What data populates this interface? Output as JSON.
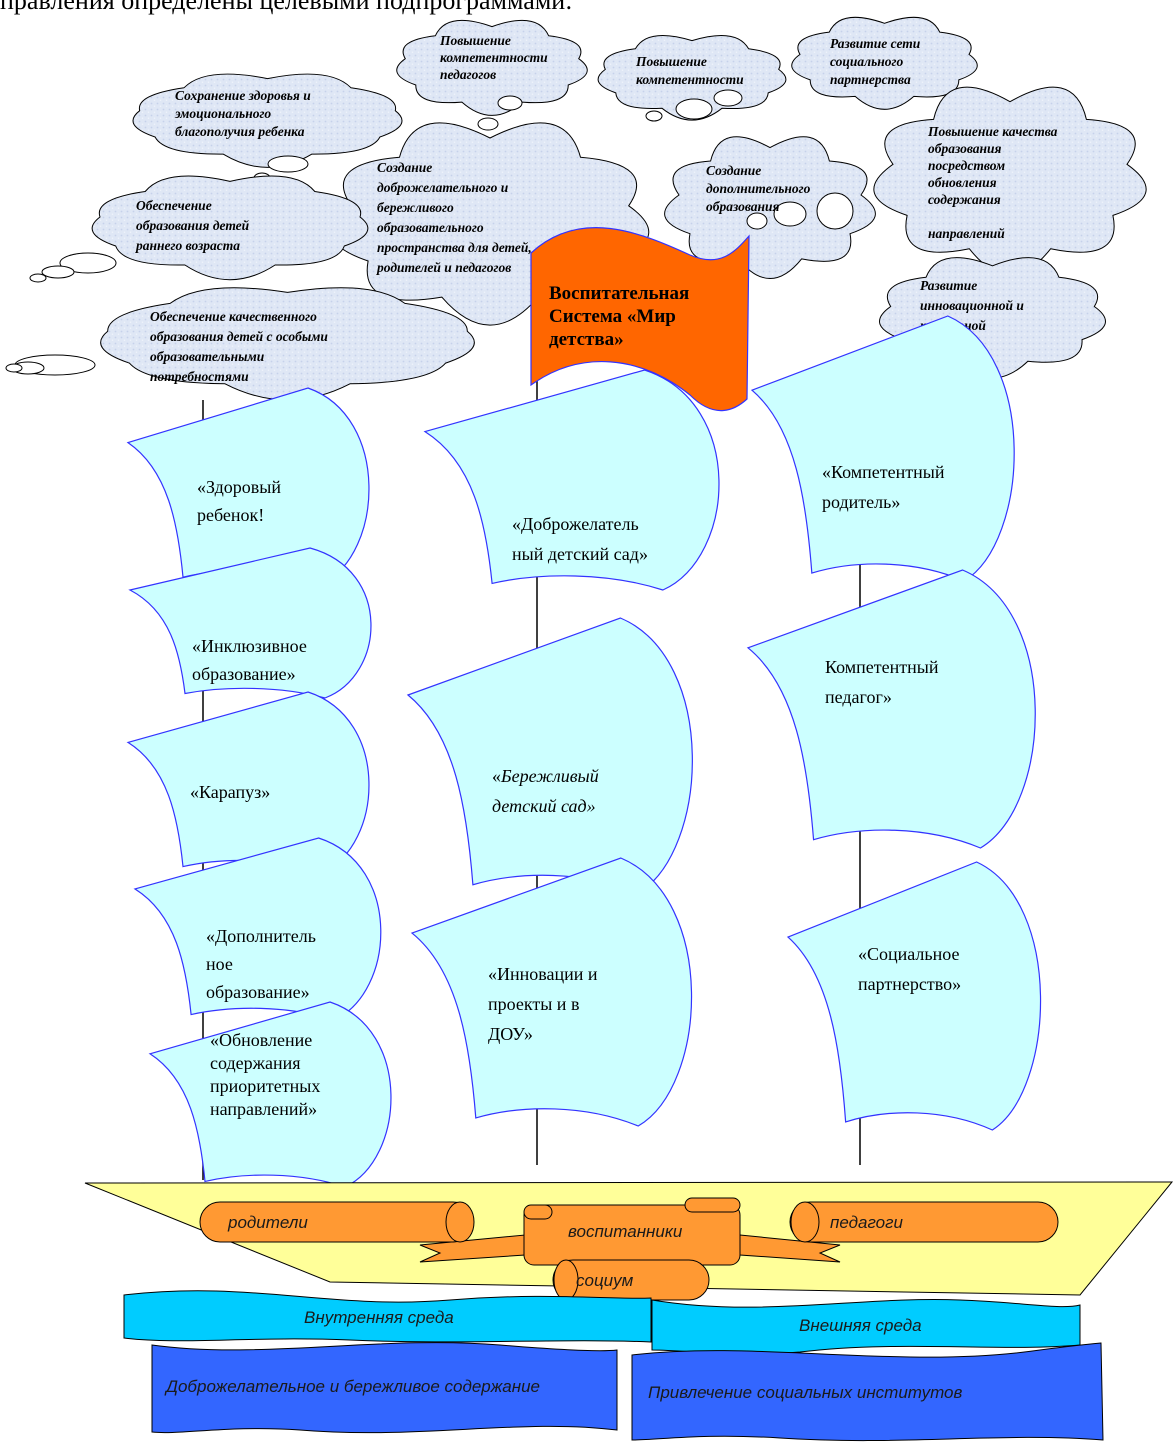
{
  "heading": "правления определены целевыми подпрограммами:",
  "flag": {
    "lines": [
      "Воспитательная",
      "Система «Мир",
      "детства»"
    ]
  },
  "clouds": [
    {
      "lines": [
        "Повышение",
        "компетентности",
        "педагогов"
      ]
    },
    {
      "lines": [
        "Повышение",
        "компетентности"
      ]
    },
    {
      "lines": [
        "Развитие сети",
        "социального",
        "партнерства"
      ]
    },
    {
      "lines": [
        "Сохранение здоровья и",
        "эмоционального",
        "благополучия ребенка"
      ]
    },
    {
      "lines": [
        "Создание",
        "доброжелательного и",
        "бережливого",
        "образовательного",
        "пространства для детей,",
        "родителей и педагогов"
      ]
    },
    {
      "lines": [
        "Создание",
        "дополнительного",
        "образования"
      ]
    },
    {
      "lines": [
        "Повышение качества",
        "образования",
        "посредством",
        "обновления",
        "содержания",
        "",
        "направлений"
      ]
    },
    {
      "lines": [
        "Обеспечение",
        "образования детей",
        "раннего возраста"
      ]
    },
    {
      "lines": [
        "Развитие",
        "инновационной и",
        "проектной"
      ]
    },
    {
      "lines": [
        "Обеспечение качественного",
        "образования детей с особыми",
        "образовательными",
        "потребностями"
      ]
    }
  ],
  "sails": [
    {
      "lines": [
        " «Здоровый",
        "ребенок!"
      ]
    },
    {
      "lines": [
        "«Инклюзивное",
        "образование»"
      ]
    },
    {
      "lines": [
        "«Карапуз»"
      ]
    },
    {
      "lines": [
        "«Дополнитель",
        "ное",
        "образование»"
      ]
    },
    {
      "lines": [
        "«Обновление",
        "содержания",
        "приоритетных",
        "направлений»"
      ]
    },
    {
      "lines": [
        "«Доброжелатель",
        "ный детский сад»"
      ]
    },
    {
      "lines": [
        "«Бережливый",
        "детский сад»"
      ]
    },
    {
      "lines": [
        "«Инновации и",
        "проекты и в",
        "ДОУ»"
      ]
    },
    {
      "lines": [
        "«Компетентный",
        "родитель»"
      ]
    },
    {
      "lines": [
        "Компетентный",
        "педагог»"
      ]
    },
    {
      "lines": [
        "«Социальное",
        "партнерство»"
      ]
    }
  ],
  "hull": {
    "parents": "родители",
    "pupils": "воспитанники",
    "teachers": "педагоги",
    "society": "социум"
  },
  "waves": {
    "internal": "Внутренняя среда",
    "external": "Внешняя среда",
    "benevolent": "Доброжелательное и бережливое содержание",
    "institutions": "Привлечение социальных институтов"
  },
  "colors": {
    "cloud_fill": "#dde6f5",
    "sail_fill": "#ccffff",
    "sail_stroke": "#3333ff",
    "flag_fill": "#ff6600",
    "hull_fill": "#ffff99",
    "scroll_fill": "#ff9933",
    "wave_light": "#00ccff",
    "wave_dark": "#3366ff"
  }
}
